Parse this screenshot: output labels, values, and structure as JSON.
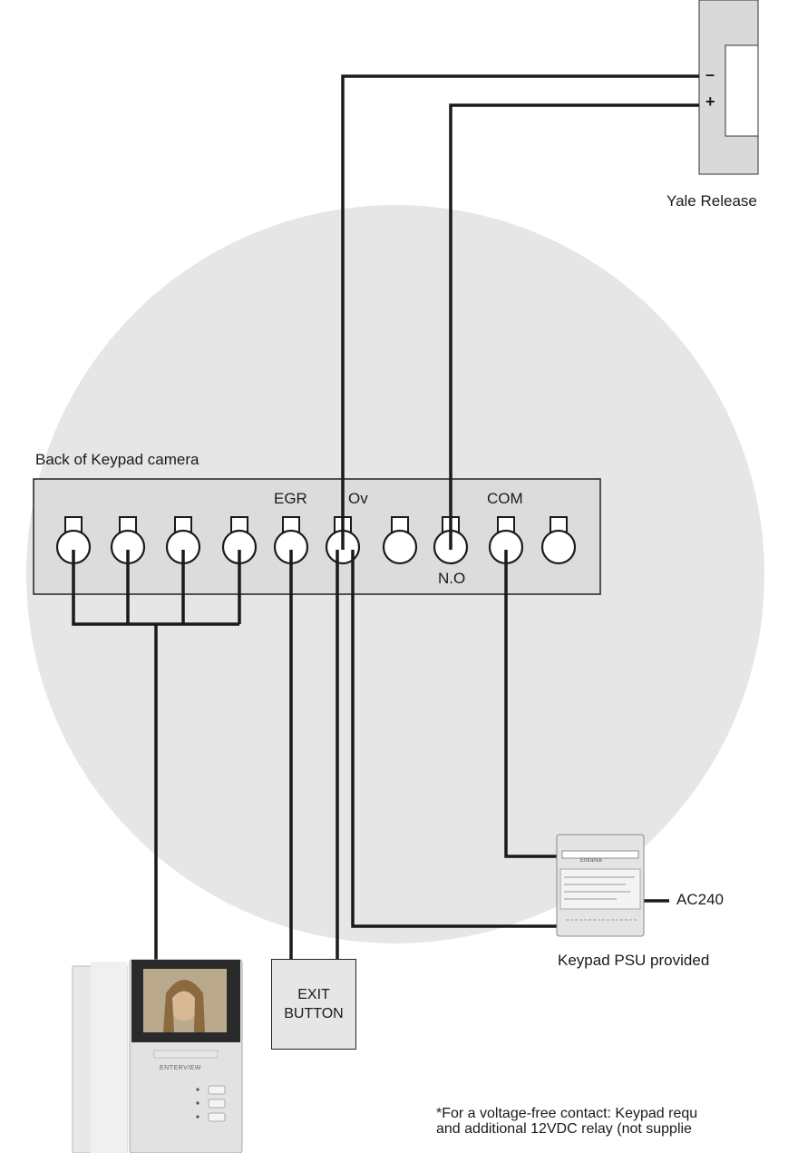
{
  "labels": {
    "yale_release": "Yale Release",
    "minus_sign": "–",
    "plus_sign": "+",
    "back_of_keypad": "Back of Keypad camera",
    "egr": "EGR",
    "ov": "Ov",
    "com": "COM",
    "no": "N.O",
    "ac240": "AC240",
    "psu": "Keypad PSU provided",
    "exit_line1": "EXIT",
    "exit_line2": "BUTTON",
    "monitor_brand": "ENTERVIEW",
    "psu_brand": "Entrance",
    "note_line1": "*For a voltage-free contact: Keypad requ",
    "note_line2": "and additional 12VDC relay (not supplie"
  },
  "colors": {
    "wire": "#1a1a1a",
    "background_circle": "#e6e6e6",
    "terminal_panel": "#dcdcdc",
    "device_grey": "#d8d8d8"
  },
  "icons": {
    "monitor": "video-monitor-icon",
    "psu": "power-supply-icon",
    "release": "yale-release-icon"
  }
}
